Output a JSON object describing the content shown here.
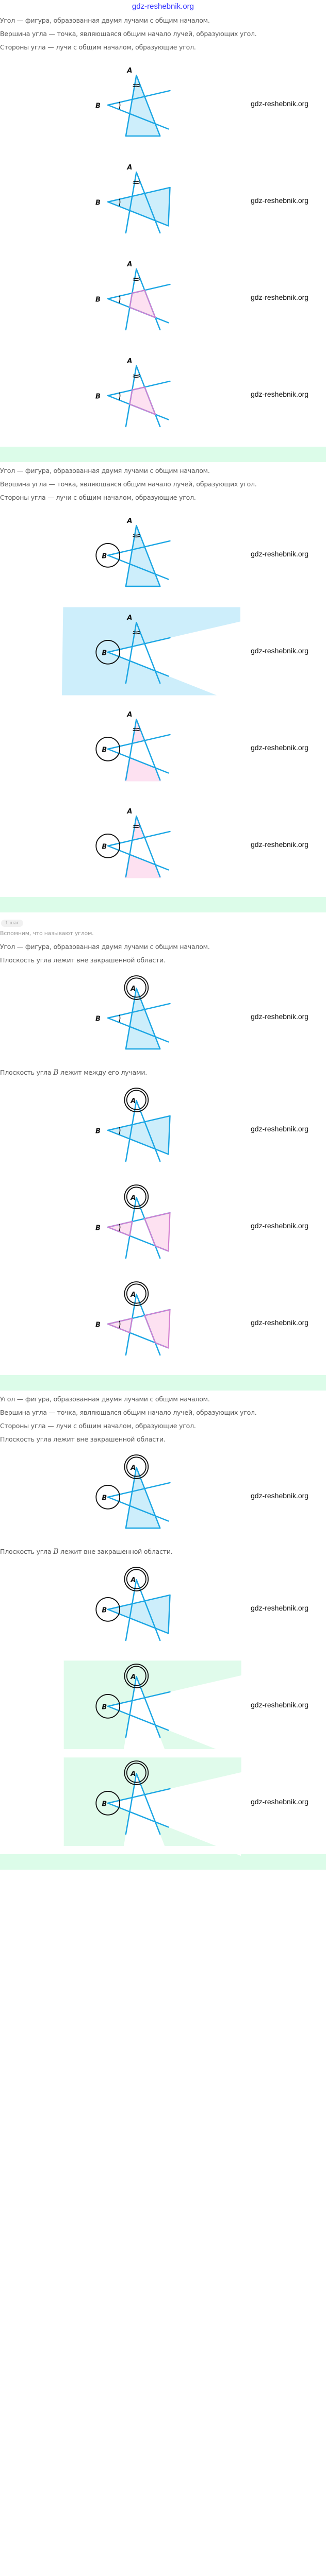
{
  "header": {
    "site": "gdz-reshebnik.org"
  },
  "watermark": "gdz-reshebnik.org",
  "labels": {
    "a": "A",
    "b": "B"
  },
  "colors": {
    "ray": "#1ba6e4",
    "blue_fill": "#cdeefb",
    "pink_fill": "#fde1f1",
    "pink_stroke": "#d47fd0",
    "green_fill": "#e0fbeb",
    "band": "#dcfce9",
    "title": "#3a3aff"
  },
  "section1": {
    "def_angle": "Угол — фигура, образованная двумя лучами с общим началом.",
    "def_vertex": "Вершина угла — точка, являющаяся общим начало лучей, образующих угол.",
    "def_sides": "Стороны угла — лучи с общим началом, образующие угол."
  },
  "section2": {
    "def_angle": "Угол — фигура, образованная двумя лучами с общим началом.",
    "def_vertex": "Вершина угла — точка, являющаяся общим начало лучей, образующих угол.",
    "def_sides": "Стороны угла — лучи с общим началом, образующие угол."
  },
  "section3": {
    "step": "1 шаг",
    "recall": "Вспомним, что называют углом.",
    "def_angle": "Угол — фигура, образованная двумя лучами с общим началом.",
    "note_outside": "Плоскость угла лежит вне закрашенной области.",
    "note_between": {
      "prefix": "Плоскость угла ",
      "var": "B",
      "suffix": " лежит между его лучами."
    }
  },
  "section4": {
    "def_angle": "Угол — фигура, образованная двумя лучами с общим началом.",
    "def_vertex": "Вершина угла — точка, являющаяся общим начало лучей, образующих угол.",
    "def_sides": "Стороны угла — лучи с общим началом, образующие угол.",
    "note_outside": "Плоскость угла лежит вне закрашенной области.",
    "note_b_outside": {
      "prefix": "Плоскость угла ",
      "var": "B",
      "suffix": " лежит вне закрашенной области."
    }
  }
}
